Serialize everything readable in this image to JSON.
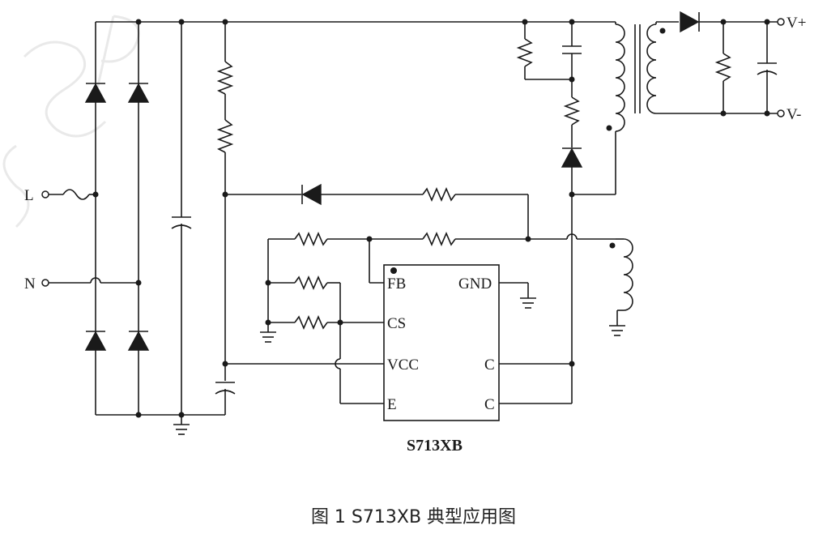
{
  "terminals": {
    "l": "L",
    "n": "N",
    "vplus": "V+",
    "vminus": "V-"
  },
  "chip": {
    "name": "S713XB",
    "pins": {
      "fb": "FB",
      "cs": "CS",
      "vcc": "VCC",
      "e": "E",
      "gnd": "GND",
      "c1": "C",
      "c2": "C"
    }
  },
  "caption": "图 1 S713XB 典型应用图",
  "colors": {
    "ink": "#1a1a1a",
    "background": "#ffffff"
  }
}
